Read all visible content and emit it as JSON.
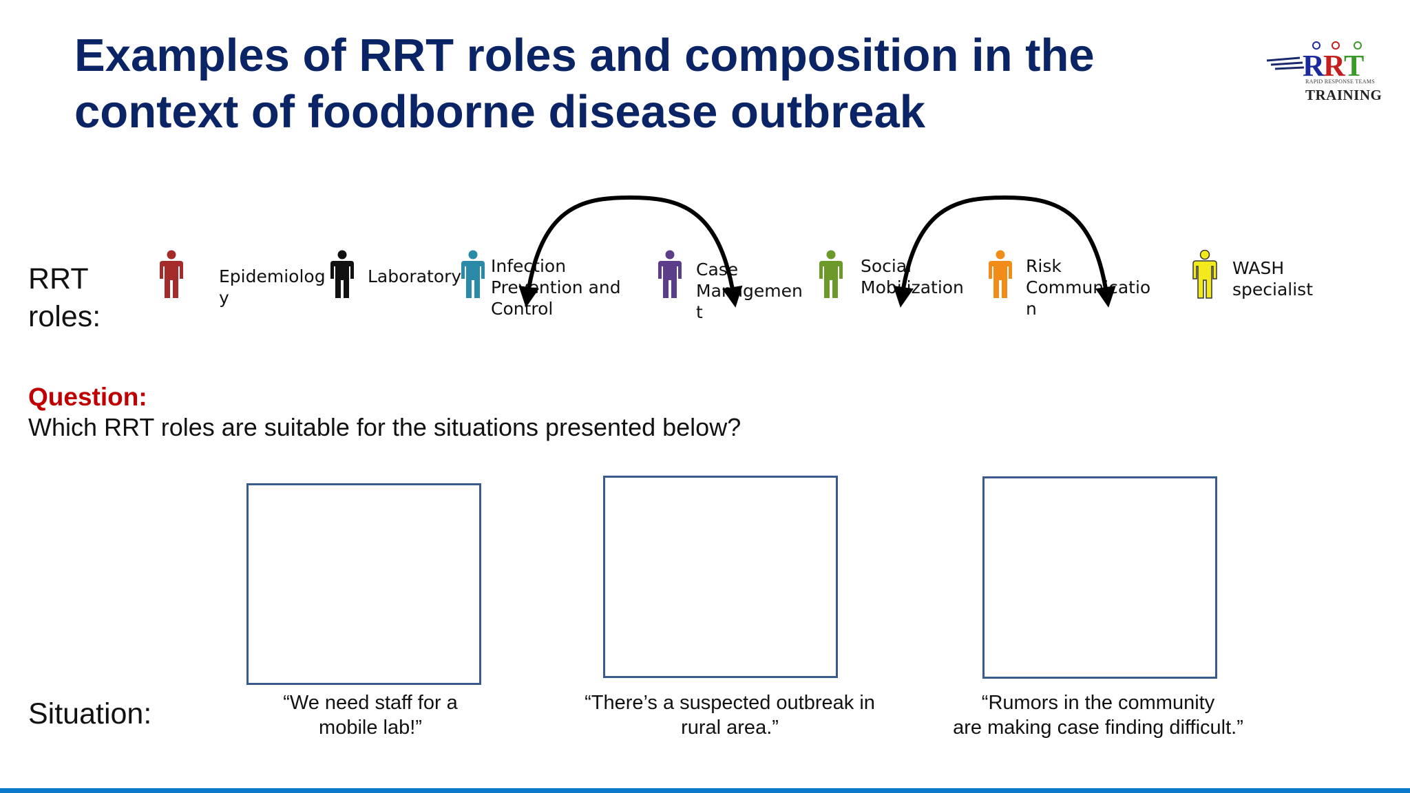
{
  "title": "Examples of RRT roles and composition in the context of foodborne disease outbreak",
  "logo": {
    "sub": "RAPID RESPONSE TEAMS",
    "text": "TRAINING"
  },
  "roles_heading": "RRT\nroles:",
  "roles": [
    {
      "label": "Epidemiolog\ny",
      "color": "#a52a2a",
      "icon": "person-icon"
    },
    {
      "label": "Laboratory",
      "color": "#111111",
      "icon": "person-icon"
    },
    {
      "label": "Infection\nPrevention and\nControl",
      "color": "#2b8aa8",
      "icon": "person-icon"
    },
    {
      "label": "Case\nManagemen\nt",
      "color": "#5b3d8a",
      "icon": "person-icon"
    },
    {
      "label": "Social\nMobilization",
      "color": "#6b9a2a",
      "icon": "person-icon"
    },
    {
      "label": "Risk\nCommunicatio\nn",
      "color": "#f28c18",
      "icon": "person-icon"
    },
    {
      "label": "WASH\n specialist",
      "color": "#f2ea1c",
      "icon": "person-icon"
    }
  ],
  "question": {
    "label": "Question:",
    "text": "Which RRT roles are suitable for the situations presented below?"
  },
  "situation_heading": "Situation:",
  "situations": [
    {
      "quote": "“We need staff for a\nmobile lab!”"
    },
    {
      "quote": "“There’s a suspected outbreak in\nrural area.”"
    },
    {
      "quote": "“Rumors in the community\nare making case finding difficult.”"
    }
  ],
  "colors": {
    "title": "#0b2466",
    "question": "#c00000",
    "box_border": "#385b8c",
    "bottom_bar": "#0b78c9"
  }
}
